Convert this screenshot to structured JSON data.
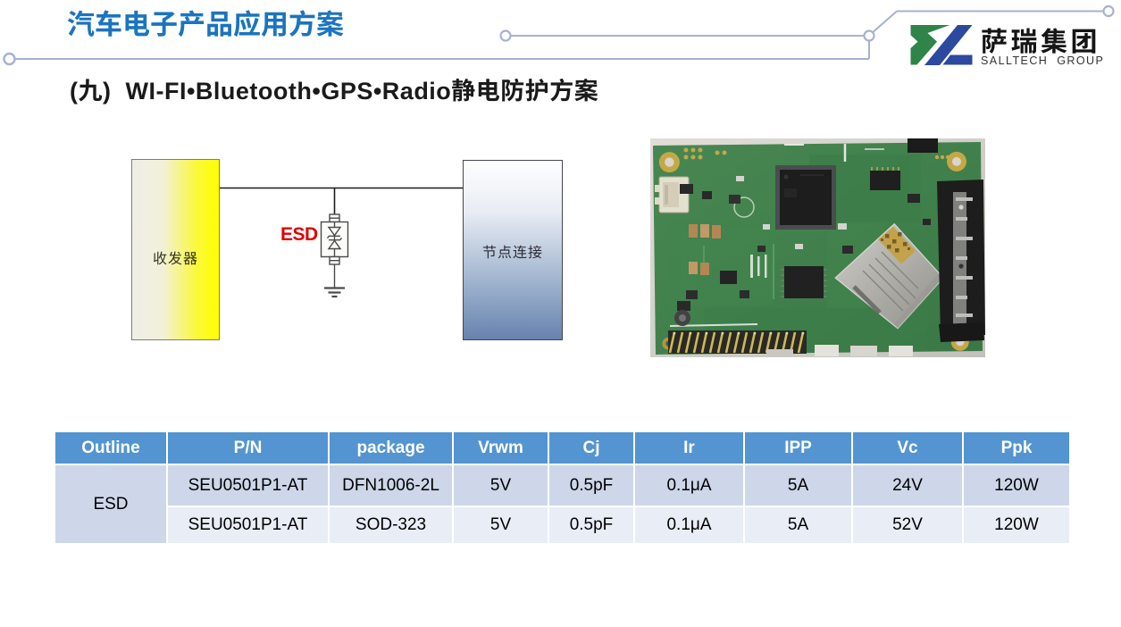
{
  "header": {
    "title": "汽车电子产品应用方案",
    "logo": {
      "company_cn": "萨瑞集团",
      "company_en": "SALLTECH GROUP"
    }
  },
  "subtitle": "(九)  WI-FI•Bluetooth•GPS•Radio静电防护方案",
  "diagram": {
    "transceiver_label": "收发器",
    "node_label": "节点连接",
    "esd_label": "ESD"
  },
  "table": {
    "headers": [
      "Outline",
      "P/N",
      "package",
      "Vrwm",
      "Cj",
      "Ir",
      "IPP",
      "Vc",
      "Ppk"
    ],
    "rows": [
      {
        "outline": "ESD",
        "pn": "SEU0501P1-AT",
        "package": "DFN1006-2L",
        "vrwm": "5V",
        "cj": "0.5pF",
        "ir": "0.1μA",
        "ipp": "5A",
        "vc": "24V",
        "ppk": "120W"
      },
      {
        "pn": "SEU0501P1-AT",
        "package": "SOD-323",
        "vrwm": "5V",
        "cj": "0.5pF",
        "ir": "0.1μA",
        "ipp": "5A",
        "vc": "52V",
        "ppk": "120W"
      }
    ]
  },
  "colors": {
    "title_blue": "#1B74BE",
    "table_header_blue": "#5494D0",
    "table_row_dark": "#CDD7E9",
    "table_row_light": "#E9EDF6",
    "esd_red": "#E00000",
    "logo_green": "#2E8449",
    "logo_blue": "#2B4A9F",
    "decor_line": "#A6B1D2"
  }
}
